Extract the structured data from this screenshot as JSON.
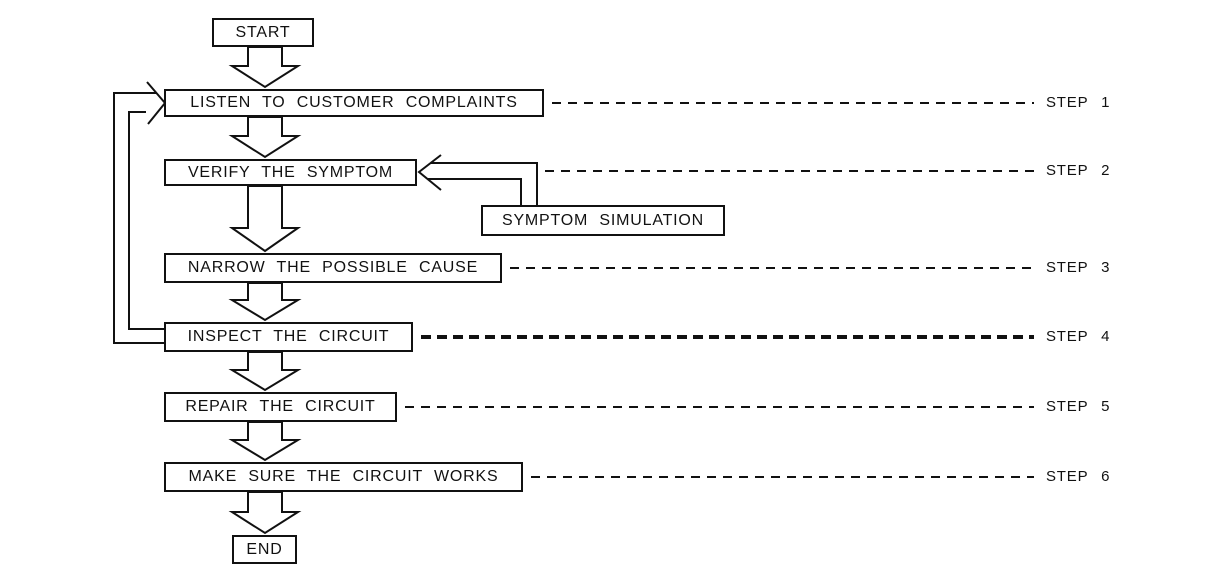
{
  "diagram": {
    "type": "flowchart",
    "nodes": {
      "start": "START",
      "listen": "LISTEN TO CUSTOMER COMPLAINTS",
      "verify": "VERIFY THE SYMPTOM",
      "symptom_simulation": "SYMPTOM SIMULATION",
      "narrow": "NARROW THE POSSIBLE CAUSE",
      "inspect": "INSPECT THE CIRCUIT",
      "repair": "REPAIR THE CIRCUIT",
      "make_sure": "MAKE SURE THE CIRCUIT WORKS",
      "end": "END"
    },
    "step_connectors": [
      {
        "label": "STEP 1",
        "node": "listen"
      },
      {
        "label": "STEP 2",
        "node": "verify"
      },
      {
        "label": "STEP 3",
        "node": "narrow"
      },
      {
        "label": "STEP 4",
        "node": "inspect",
        "emphasis": "bold-dashed"
      },
      {
        "label": "STEP 5",
        "node": "repair"
      },
      {
        "label": "STEP 6",
        "node": "make_sure"
      }
    ],
    "edges": [
      {
        "from": "start",
        "to": "listen",
        "type": "block-arrow"
      },
      {
        "from": "listen",
        "to": "verify",
        "type": "block-arrow"
      },
      {
        "from": "symptom_simulation",
        "to": "verify",
        "type": "open-arrow"
      },
      {
        "from": "verify",
        "to": "narrow",
        "type": "block-arrow"
      },
      {
        "from": "narrow",
        "to": "inspect",
        "type": "block-arrow"
      },
      {
        "from": "inspect",
        "to": "listen",
        "type": "feedback-loop"
      },
      {
        "from": "inspect",
        "to": "repair",
        "type": "block-arrow"
      },
      {
        "from": "repair",
        "to": "make_sure",
        "type": "block-arrow"
      },
      {
        "from": "make_sure",
        "to": "end",
        "type": "block-arrow"
      }
    ],
    "colors": {
      "line": "#111111",
      "box_fill": "#ffffff",
      "background": "#ffffff",
      "text": "#111111"
    }
  }
}
